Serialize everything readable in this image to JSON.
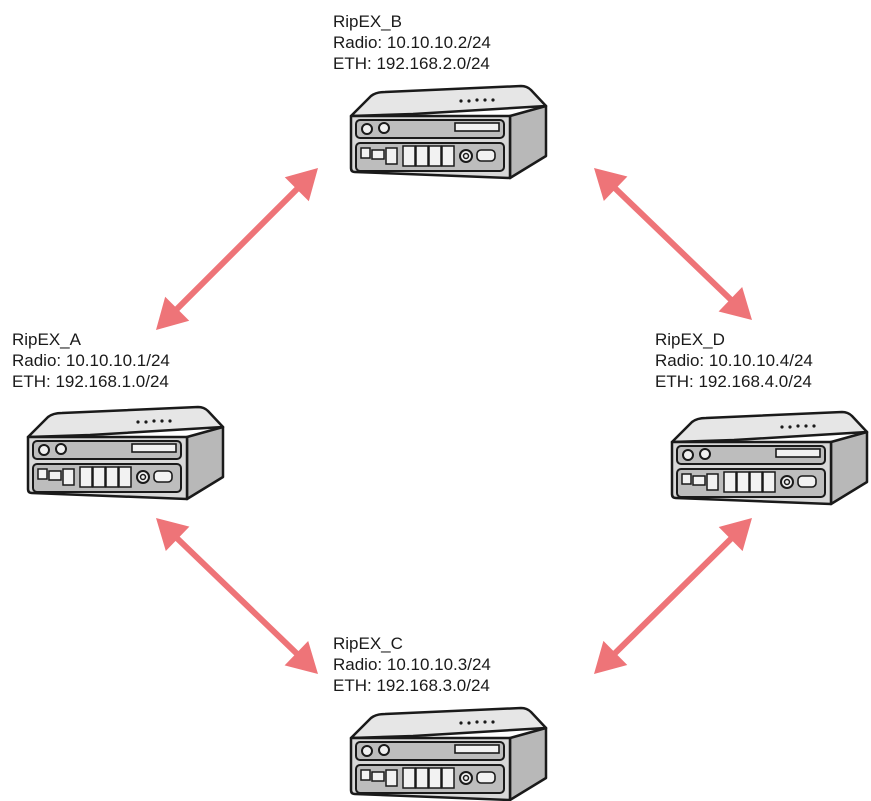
{
  "colors": {
    "link": "#EE7478",
    "device_body": "#D4D4D4",
    "device_top": "#E6E6E6",
    "device_side": "#B8B8B8",
    "outline": "#1A1A1A"
  },
  "nodes": [
    {
      "id": "b",
      "name": "RipEX_B",
      "radio": "Radio: 10.10.10.2/24",
      "eth": "ETH: 192.168.2.0/24"
    },
    {
      "id": "a",
      "name": "RipEX_A",
      "radio": "Radio: 10.10.10.1/24",
      "eth": "ETH: 192.168.1.0/24"
    },
    {
      "id": "d",
      "name": "RipEX_D",
      "radio": "Radio: 10.10.10.4/24",
      "eth": "ETH: 192.168.4.0/24"
    },
    {
      "id": "c",
      "name": "RipEX_C",
      "radio": "Radio: 10.10.10.3/24",
      "eth": "ETH: 192.168.3.0/24"
    }
  ],
  "links": [
    {
      "from": "RipEX_A",
      "to": "RipEX_B",
      "direction": "bidirectional"
    },
    {
      "from": "RipEX_B",
      "to": "RipEX_D",
      "direction": "bidirectional"
    },
    {
      "from": "RipEX_A",
      "to": "RipEX_C",
      "direction": "bidirectional"
    },
    {
      "from": "RipEX_D",
      "to": "RipEX_C",
      "direction": "bidirectional"
    }
  ],
  "icon": "radio-modem-icon"
}
